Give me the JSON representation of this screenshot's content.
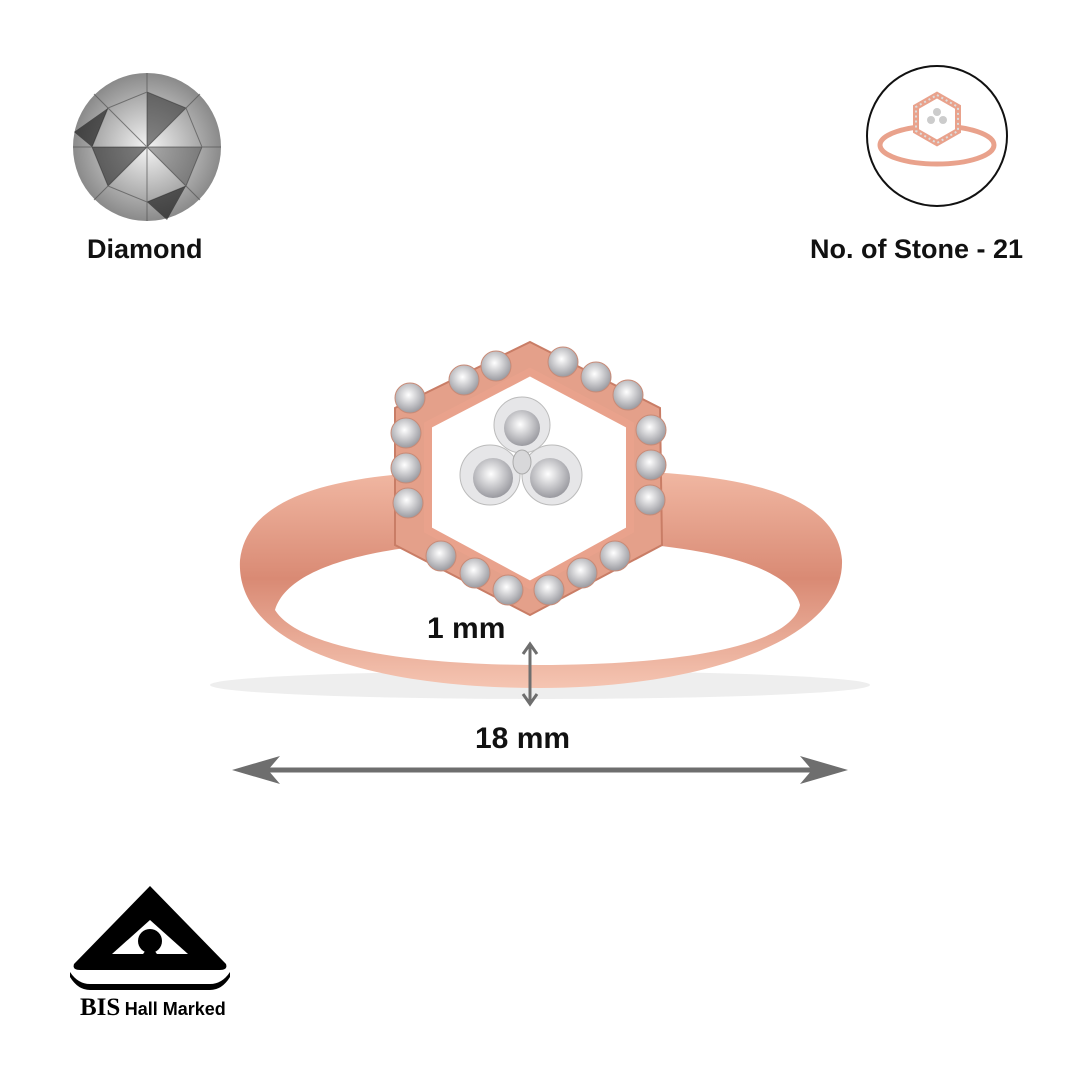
{
  "stone": {
    "type_label": "Diamond",
    "count_label": "No. of Stone - 21",
    "icon": "diamond-icon"
  },
  "dimensions": {
    "height_label": "1 mm",
    "width_label": "18 mm"
  },
  "certification": {
    "logo_text": "BIS",
    "label": "Hall Marked",
    "icon": "bis-hallmark-logo"
  },
  "colors": {
    "rose_gold": "#e9a28c",
    "arrow": "#6e6e6e",
    "text": "#111111"
  }
}
